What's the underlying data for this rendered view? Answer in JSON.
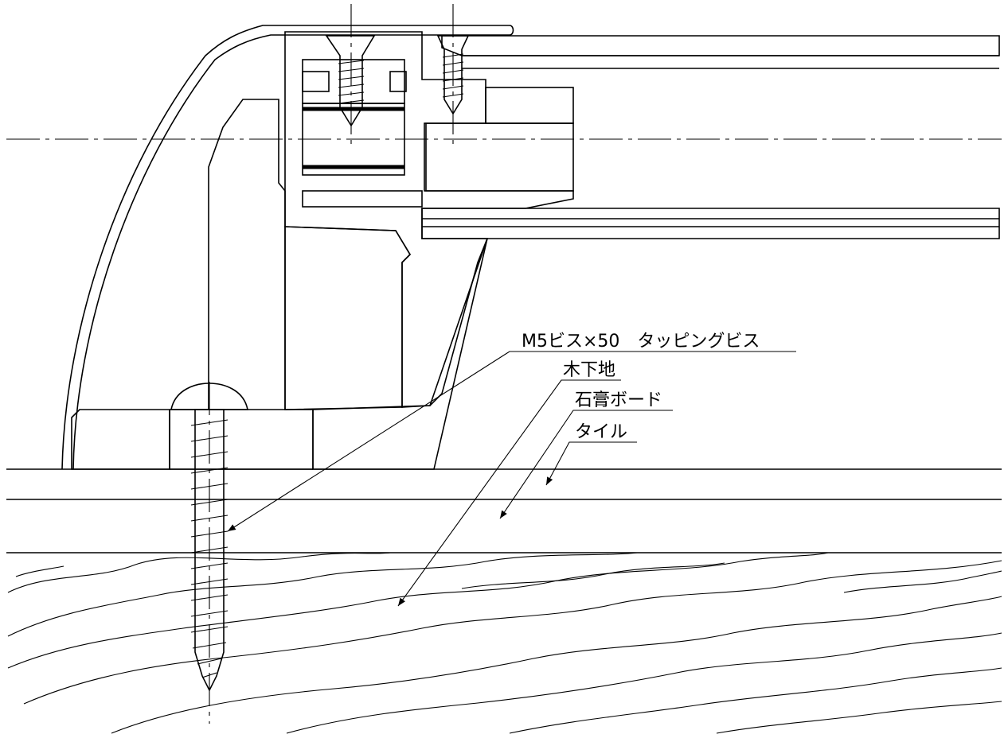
{
  "colors": {
    "line": "#000000",
    "background": "#ffffff"
  },
  "labels": {
    "screw": "M5ビス×50　タッピングビス",
    "wood_base": "木下地",
    "gypsum_board": "石膏ボード",
    "tile": "タイル"
  }
}
